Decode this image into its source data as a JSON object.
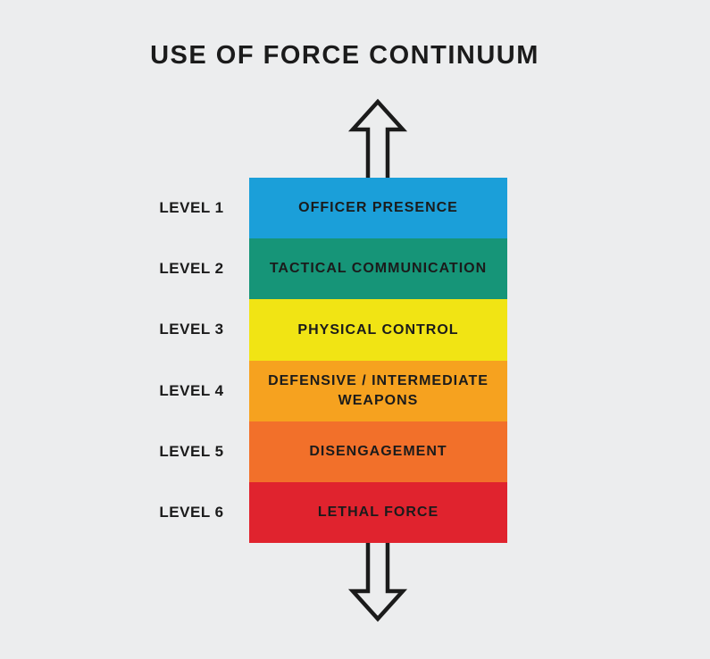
{
  "title": "USE OF FORCE CONTINUUM",
  "background_color": "#ECEDEE",
  "text_color": "#1B1B1B",
  "arrow": {
    "color": "#1B1B1B",
    "up_name": "escalation-arrow",
    "down_name": "de-escalation-arrow"
  },
  "levels": [
    {
      "label": "LEVEL 1",
      "text": "OFFICER PRESENCE",
      "color": "#1B9FD9"
    },
    {
      "label": "LEVEL 2",
      "text": "TACTICAL COMMUNICATION",
      "color": "#169578"
    },
    {
      "label": "LEVEL 3",
      "text": "PHYSICAL CONTROL",
      "color": "#F1E414"
    },
    {
      "label": "LEVEL 4",
      "text": "DEFENSIVE / INTERMEDIATE WEAPONS",
      "color": "#F6A21F"
    },
    {
      "label": "LEVEL 5",
      "text": "DISENGAGEMENT",
      "color": "#F2702A"
    },
    {
      "label": "LEVEL 6",
      "text": "LETHAL FORCE",
      "color": "#E0232E"
    }
  ]
}
